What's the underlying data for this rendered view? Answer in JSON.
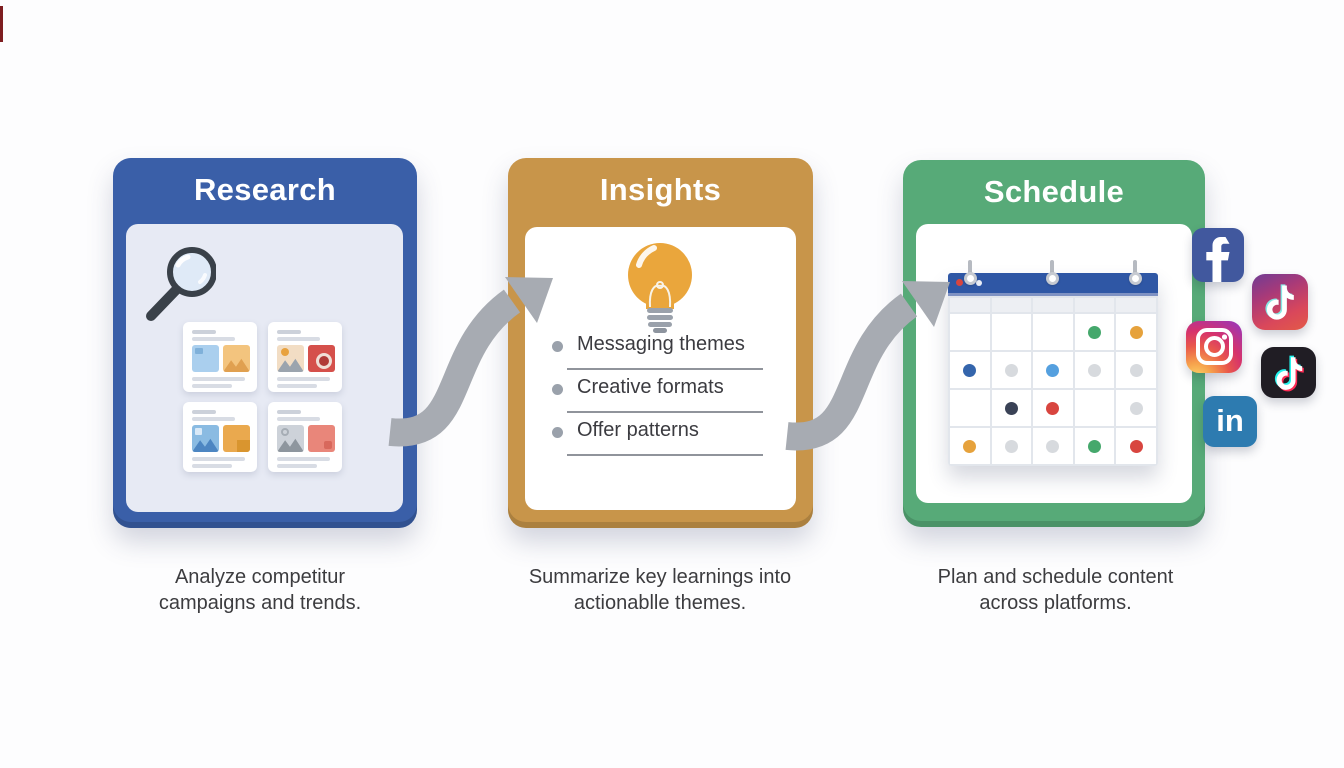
{
  "page": {
    "bg": "#fdfdfe",
    "arrow_color": "#a7abb2"
  },
  "steps": [
    {
      "title": "Research",
      "accent": "#3a5fa8",
      "panel_bg": "#e7eaf4",
      "caption": [
        "Analyze competitur",
        "campaigns and trends."
      ],
      "icon": "magnifier-icon"
    },
    {
      "title": "Insights",
      "accent": "#c8954a",
      "panel_bg": "#ffffff",
      "caption": [
        "Summarize key learnings into",
        "actionablle themes."
      ],
      "icon": "lightbulb-icon",
      "bullets": [
        "Messaging themes",
        "Creative formats",
        "Offer patterns"
      ]
    },
    {
      "title": "Schedule",
      "accent": "#57aa78",
      "panel_bg": "#ffffff",
      "caption": [
        "Plan and schedule content",
        "across platforms."
      ],
      "icon": "calendar-graphic"
    }
  ],
  "calendar": {
    "header_color": "#2f57a5",
    "dot_grid": [
      [
        "",
        "",
        "",
        "green",
        "orange"
      ],
      [
        "blue",
        "gray",
        "lightblue",
        "gray",
        "gray"
      ],
      [
        "",
        "navy",
        "red",
        "",
        "gray"
      ],
      [
        "orange",
        "gray",
        "gray",
        "green",
        "red"
      ]
    ],
    "dot_colors": {
      "green": "#45a86c",
      "orange": "#e6a23c",
      "blue": "#3465ac",
      "lightblue": "#55a0df",
      "navy": "#3a4256",
      "red": "#d8453f",
      "gray": "#d7dade"
    }
  },
  "social": [
    {
      "name": "facebook",
      "bg": "#41589e"
    },
    {
      "name": "tiktok-gradient"
    },
    {
      "name": "instagram"
    },
    {
      "name": "tiktok-dark",
      "bg": "#201d24"
    },
    {
      "name": "linkedin",
      "bg": "#2d7bb0",
      "glyph": "in"
    }
  ]
}
